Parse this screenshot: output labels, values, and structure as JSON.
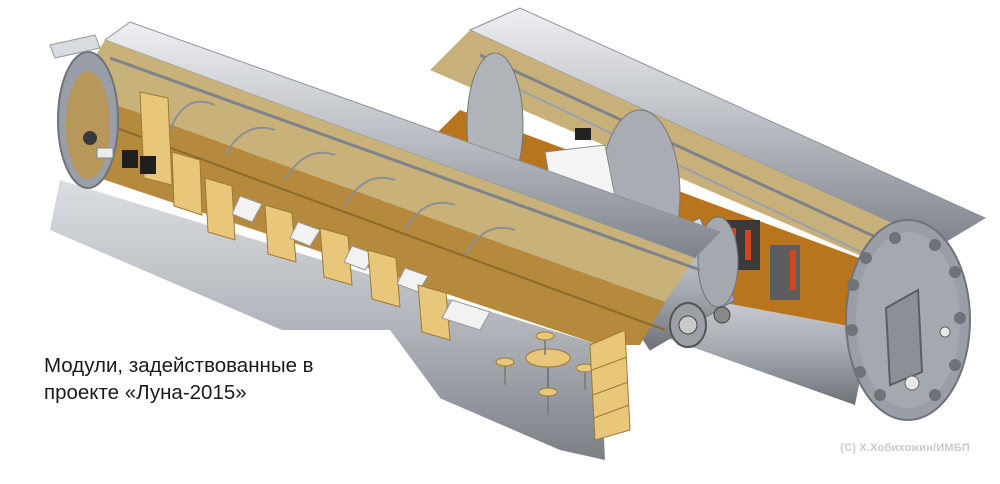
{
  "caption": {
    "line1": "Модули, задействованные в",
    "line2": "проекте «Луна-2015»"
  },
  "credit": "(С) Х.Хобихожин/ИМБП",
  "colors": {
    "hull": "#b9bcc2",
    "hull_dark": "#8b8f97",
    "hull_light": "#e6e8ec",
    "interior_wall": "#c9b27a",
    "cabin_panel": "#e8c77a",
    "floor": "#b9741e",
    "endcap": "#9a9ea6",
    "hatch": "#707378"
  },
  "icons": [
    "bunk-bed-icon",
    "round-table-icon",
    "stool-icon",
    "equipment-rack-icon",
    "hatch-door-icon",
    "porthole-icon"
  ]
}
